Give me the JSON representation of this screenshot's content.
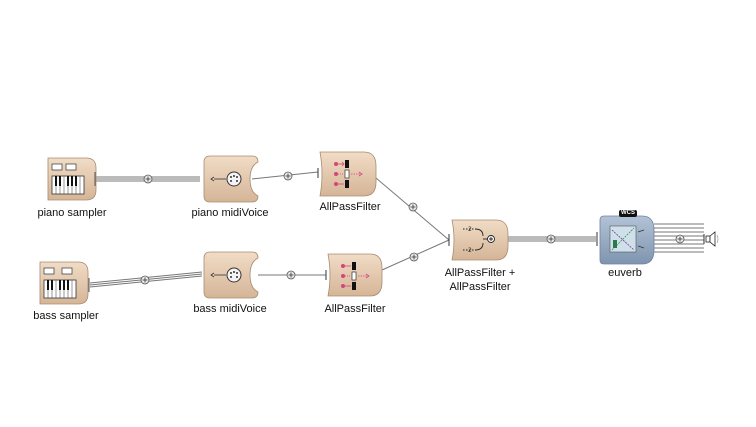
{
  "nodes": {
    "piano_sampler": {
      "label": "piano sampler"
    },
    "piano_midivoice": {
      "label": "piano midiVoice"
    },
    "allpass_top": {
      "label": "AllPassFilter"
    },
    "bass_sampler": {
      "label": "bass sampler"
    },
    "bass_midivoice": {
      "label": "bass midiVoice"
    },
    "allpass_bottom": {
      "label": "AllPassFilter"
    },
    "sum": {
      "label_line1": "AllPassFilter +",
      "label_line2": "AllPassFilter"
    },
    "euverb": {
      "label": "euverb",
      "badge": "WCS"
    }
  },
  "icons": {
    "sampler": "keyboard-icon",
    "voice": "midi-port-icon",
    "filter": "filter-icon",
    "sum": "sum-icon",
    "reverb": "reverb-icon",
    "output": "speaker-icon",
    "connection": "plus-junction-icon"
  },
  "colors": {
    "node_fill": "#e6cdb3",
    "node_fill_dark": "#c9a98a",
    "reverb_fill": "#93a6bd",
    "wire": "#666666"
  }
}
